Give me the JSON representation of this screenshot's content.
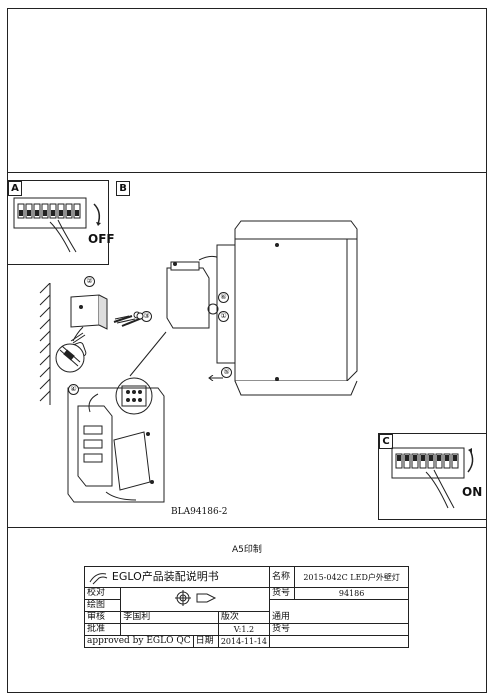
{
  "panels": {
    "a_label": "A",
    "b_label": "B",
    "c_label": "C",
    "off_text": "OFF",
    "on_text": "ON"
  },
  "steps": {
    "s1": "①",
    "s2": "②",
    "s3": "③",
    "s4": "④",
    "s5": "⑤",
    "s6": "⑥"
  },
  "drawing_code": "BLA94186-2",
  "print_format": "A5印制",
  "title_block": {
    "brand_name": "EGLO",
    "doc_title": "产品装配说明书",
    "name_label": "名称",
    "name_value": "2015-042C LED户外壁灯",
    "check_label": "校对",
    "item_no_label": "货号",
    "item_no_value": "94186",
    "draw_label": "绘图",
    "draw_value": "李国利",
    "review_label": "审核",
    "version_label": "版次",
    "version_value": "V:1.2",
    "common_label": "通用",
    "approve_label": "批准",
    "date_label": "日期",
    "date_value": "2014-11-14",
    "common_item_label": "货号",
    "approved_by": "approved by EGLO QC"
  }
}
